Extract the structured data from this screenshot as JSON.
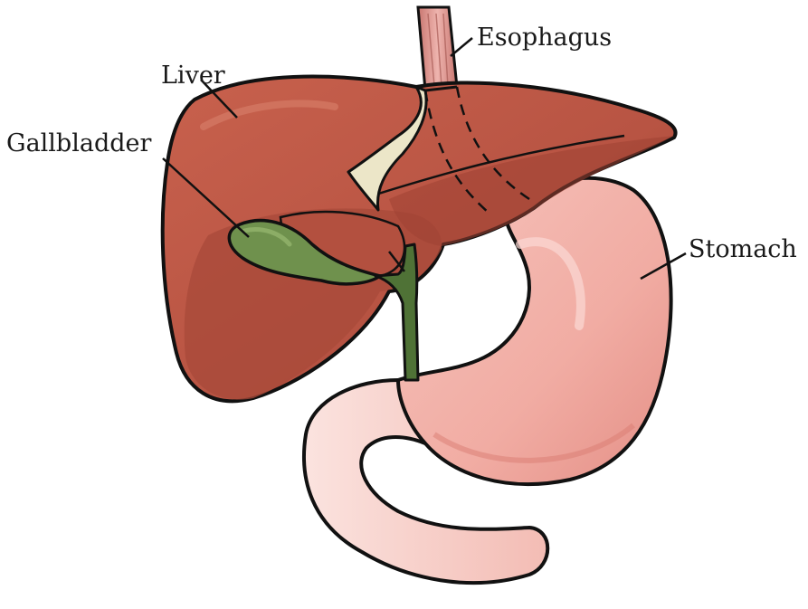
{
  "labels": {
    "esophagus": "Esophagus",
    "liver": "Liver",
    "gallbladder": "Gallbladder",
    "stomach": "Stomach"
  },
  "colors": {
    "outline": "#111111",
    "liver": "#b85443",
    "liver_shadow": "#8f3a2e",
    "liver_highlight": "#d2705c",
    "gallbladder": "#6e8f4e",
    "bile_duct": "#4f7236",
    "stomach": "#f3b2aa",
    "stomach_shadow": "#e28f86",
    "duodenum": "#f9d6d1",
    "esophagus": "#d98a86",
    "ligament": "#ece6c8"
  }
}
